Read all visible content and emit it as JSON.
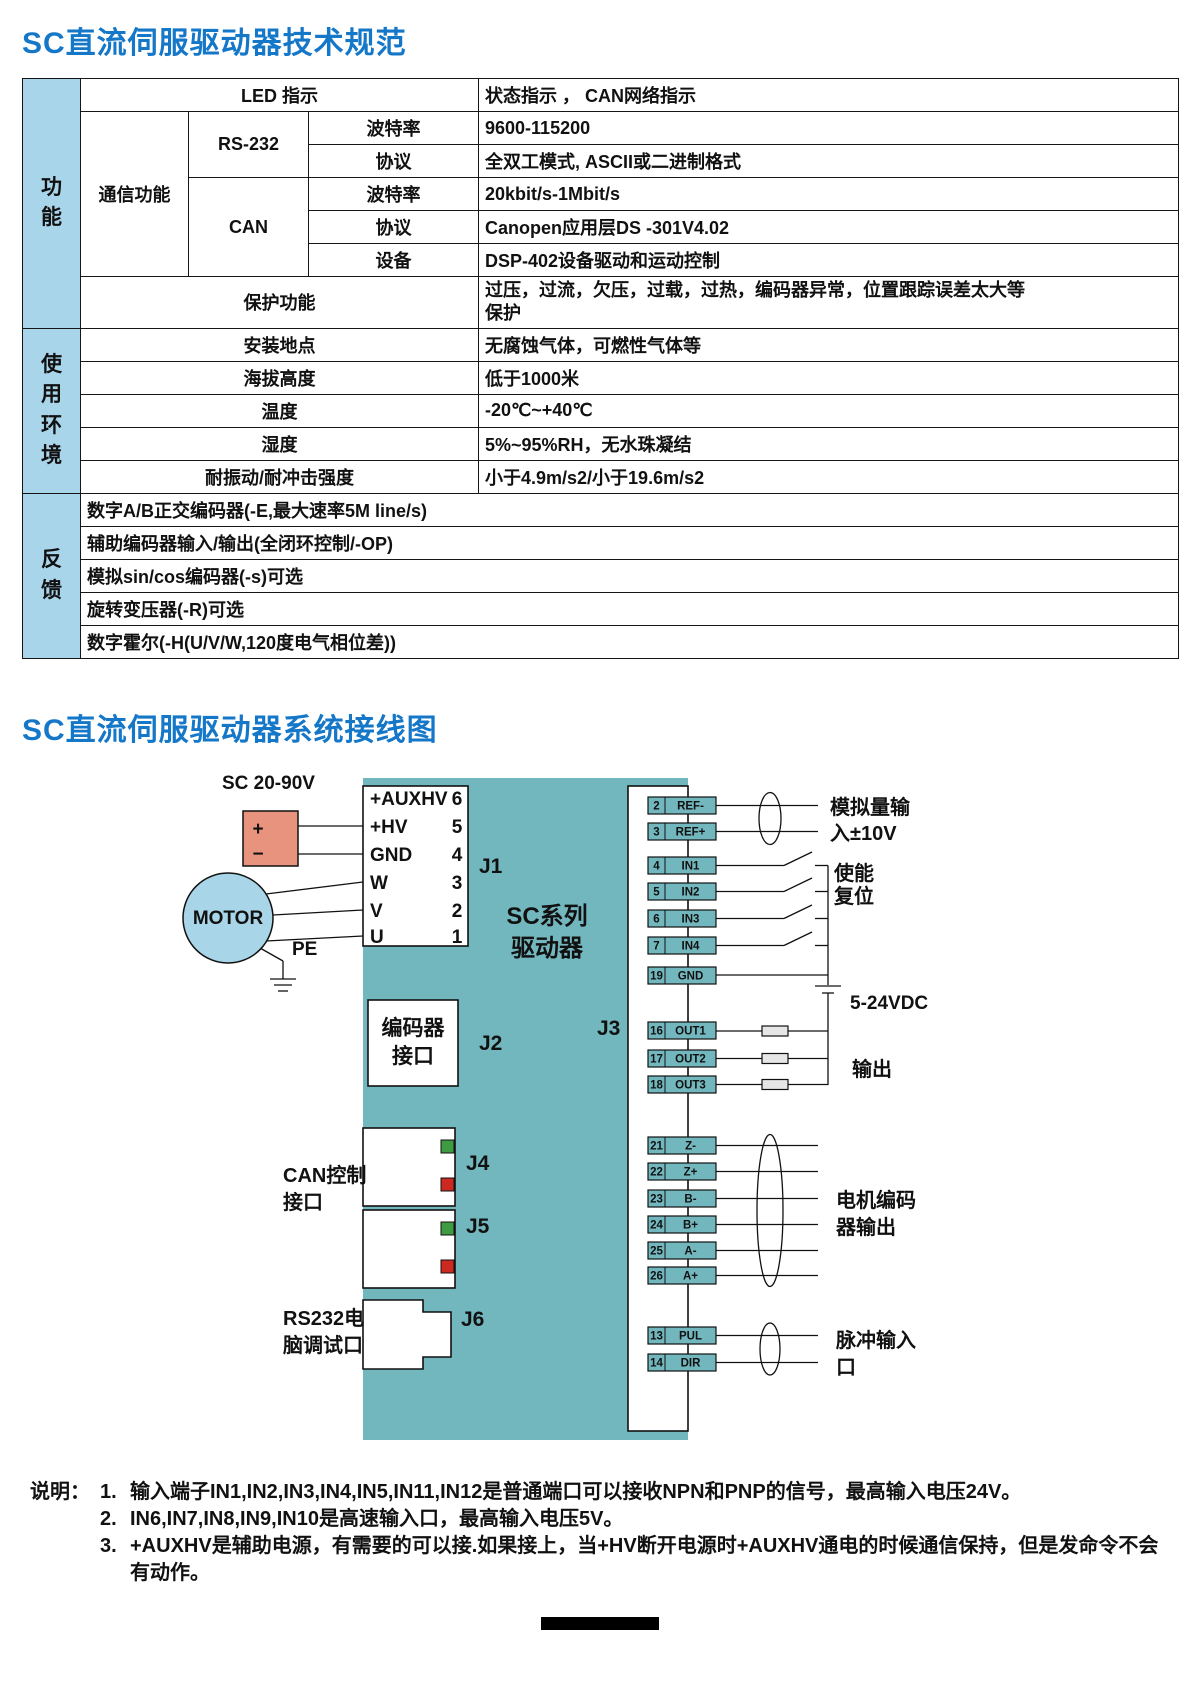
{
  "titles": {
    "spec": "SC直流伺服驱动器技术规范",
    "wiring": "SC直流伺服驱动器系统接线图"
  },
  "colors": {
    "heading_blue": "#1577C8",
    "category_bg": "#A9D5EA",
    "driver_teal": "#73B7BE",
    "power_salmon": "#E8937D",
    "motor_blue": "#A8D6E8",
    "led_green": "#3F9B41",
    "led_red": "#CC2A20"
  },
  "table": {
    "cat_function": "功能",
    "cat_environment": "使用环境",
    "cat_feedback": "反馈",
    "led_label": "LED 指示",
    "led_value": "状态指示 ， CAN网络指示",
    "comm_label": "通信功能",
    "rs232": "RS-232",
    "can": "CAN",
    "rs232_baud_label": "波特率",
    "rs232_baud_value": "9600-115200",
    "rs232_proto_label": "协议",
    "rs232_proto_value": "全双工模式, ASCII或二进制格式",
    "can_baud_label": "波特率",
    "can_baud_value": "20kbit/s-1Mbit/s",
    "can_proto_label": "协议",
    "can_proto_value": "Canopen应用层DS -301V4.02",
    "can_dev_label": "设备",
    "can_dev_value": "DSP-402设备驱动和运动控制",
    "protect_label": "保护功能",
    "protect_value": "过压，过流，欠压，过载，过热，编码器异常，位置跟踪误差太大等保护",
    "env_rows": [
      {
        "label": "安装地点",
        "value": "无腐蚀气体，可燃性气体等"
      },
      {
        "label": "海拔高度",
        "value": "低于1000米"
      },
      {
        "label": "温度",
        "value": "-20℃~+40℃"
      },
      {
        "label": "湿度",
        "value": "5%~95%RH，无水珠凝结"
      },
      {
        "label": "耐振动/耐冲击强度",
        "value": "小于4.9m/s2/小于19.6m/s2"
      }
    ],
    "feedback_rows": [
      "数字A/B正交编码器(-E,最大速率5M line/s)",
      "辅助编码器输入/输出(全闭环控制/-OP)",
      "模拟sin/cos编码器(-s)可选",
      "旋转变压器(-R)可选",
      "数字霍尔(-H(U/V/W,120度电气相位差))"
    ]
  },
  "diagram": {
    "power_label": "SC 20-90V",
    "plus": "+",
    "minus": "−",
    "motor": "MOTOR",
    "pe": "PE",
    "driver_line1": "SC系列",
    "driver_line2": "驱动器",
    "j1": "J1",
    "j2": "J2",
    "j3": "J3",
    "j4": "J4",
    "j5": "J5",
    "j6": "J6",
    "encoder_port_line1": "编码器",
    "encoder_port_line2": "接口",
    "can_port_line1": "CAN控制",
    "can_port_line2": "接口",
    "rs232_port_line1": "RS232电",
    "rs232_port_line2": "脑调试口",
    "j1_pins": [
      {
        "name": "+AUXHV",
        "num": "6"
      },
      {
        "name": "+HV",
        "num": "5"
      },
      {
        "name": "GND",
        "num": "4"
      },
      {
        "name": "W",
        "num": "3"
      },
      {
        "name": "V",
        "num": "2"
      },
      {
        "name": "U",
        "num": "1"
      }
    ],
    "terminals": [
      {
        "num": "2",
        "name": "REF-"
      },
      {
        "num": "3",
        "name": "REF+"
      },
      {
        "num": "4",
        "name": "IN1"
      },
      {
        "num": "5",
        "name": "IN2"
      },
      {
        "num": "6",
        "name": "IN3"
      },
      {
        "num": "7",
        "name": "IN4"
      },
      {
        "num": "19",
        "name": "GND"
      },
      {
        "num": "16",
        "name": "OUT1"
      },
      {
        "num": "17",
        "name": "OUT2"
      },
      {
        "num": "18",
        "name": "OUT3"
      },
      {
        "num": "21",
        "name": "Z-"
      },
      {
        "num": "22",
        "name": "Z+"
      },
      {
        "num": "23",
        "name": "B-"
      },
      {
        "num": "24",
        "name": "B+"
      },
      {
        "num": "25",
        "name": "A-"
      },
      {
        "num": "26",
        "name": "A+"
      },
      {
        "num": "13",
        "name": "PUL"
      },
      {
        "num": "14",
        "name": "DIR"
      }
    ],
    "ann_analog_line1": "模拟量输",
    "ann_analog_line2": "入±10V",
    "ann_enable": "使能",
    "ann_reset": "复位",
    "ann_vdc": "5-24VDC",
    "ann_output": "输出",
    "ann_encoder_line1": "电机编码",
    "ann_encoder_line2": "器输出",
    "ann_pulse_line1": "脉冲输入",
    "ann_pulse_line2": "口"
  },
  "notes": {
    "label": "说明：",
    "items": [
      {
        "num": "1.",
        "text": "输入端子IN1,IN2,IN3,IN4,IN5,IN11,IN12是普通端口可以接收NPN和PNP的信号，最高输入电压24V。"
      },
      {
        "num": "2.",
        "text": "IN6,IN7,IN8,IN9,IN10是高速输入口，最高输入电压5V。"
      },
      {
        "num": "3.",
        "text": "+AUXHV是辅助电源，有需要的可以接.如果接上，当+HV断开电源时+AUXHV通电的时候通信保持，但是发命令不会有动作。"
      }
    ]
  }
}
